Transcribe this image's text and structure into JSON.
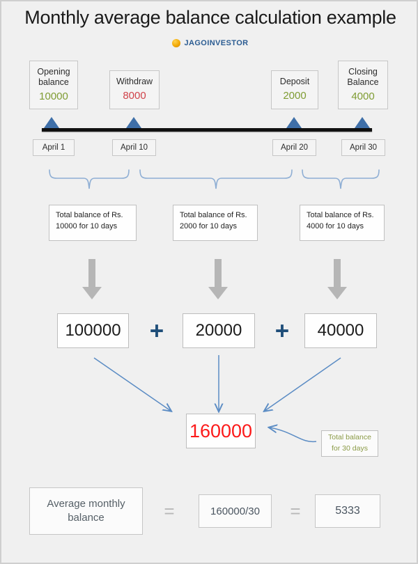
{
  "header": {
    "title": "Monthly average balance calculation example",
    "brand_name": "JAGOINVESTOR",
    "brand_icon": "jagoinvestor-logo-icon"
  },
  "events": [
    {
      "label": "Opening balance",
      "value": "10000",
      "value_color": "#7f9c33"
    },
    {
      "label": "Withdraw",
      "value": "8000",
      "value_color": "#d0434a"
    },
    {
      "label": "Deposit",
      "value": "2000",
      "value_color": "#7f9c33"
    },
    {
      "label": "Closing Balance",
      "value": "4000",
      "value_color": "#7f9c33"
    }
  ],
  "timeline": {
    "marker_icon": "triangle-marker-icon",
    "dates": [
      "April 1",
      "April 10",
      "April 20",
      "April 30"
    ]
  },
  "periods": [
    {
      "description": "Total balance of Rs. 10000 for 10 days"
    },
    {
      "description": "Total balance of Rs. 2000 for 10 days"
    },
    {
      "description": "Total balance of Rs. 4000 for 10 days"
    }
  ],
  "products": {
    "arrow_icon": "down-arrow-icon",
    "values": [
      "100000",
      "20000",
      "40000"
    ],
    "operator": "+",
    "operator_color": "#1f4e79"
  },
  "total": {
    "value": "160000",
    "value_color": "#fc1a1a",
    "callout_line1": "Total balance",
    "callout_line2": "for 30 days",
    "callout_color": "#8a9a45"
  },
  "formula": {
    "label_line1": "Average monthly",
    "label_line2": "balance",
    "equals": "=",
    "division": "160000/30",
    "result": "5333"
  },
  "chart_data": {
    "type": "table",
    "title": "Monthly average balance calculation example",
    "categories": [
      "April 1 - April 10",
      "April 10 - April 20",
      "April 20 - April 30"
    ],
    "balances": [
      10000,
      2000,
      4000
    ],
    "days": [
      10,
      10,
      10
    ],
    "products": [
      100000,
      20000,
      40000
    ],
    "sum": 160000,
    "divisor": 30,
    "average_monthly_balance": 5333,
    "transactions": [
      {
        "date": "April 1",
        "type": "Opening balance",
        "amount": 10000
      },
      {
        "date": "April 10",
        "type": "Withdraw",
        "amount": 8000
      },
      {
        "date": "April 20",
        "type": "Deposit",
        "amount": 2000
      },
      {
        "date": "April 30",
        "type": "Closing Balance",
        "amount": 4000
      }
    ]
  }
}
